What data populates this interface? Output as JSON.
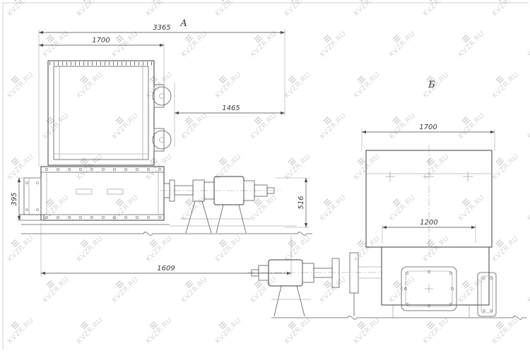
{
  "watermark": {
    "text": "KVZR.RU",
    "logo_icon": "diagonal-stripes"
  },
  "views": {
    "a": {
      "label": "А",
      "dims": {
        "overall_width": "3365",
        "top_width": "1700",
        "right_offset": "1465",
        "left_height": "395",
        "shaft_height": "516",
        "base_width": "1609"
      }
    },
    "b": {
      "label": "Б",
      "dims": {
        "top_width": "1700",
        "inner_width": "1200"
      }
    }
  }
}
